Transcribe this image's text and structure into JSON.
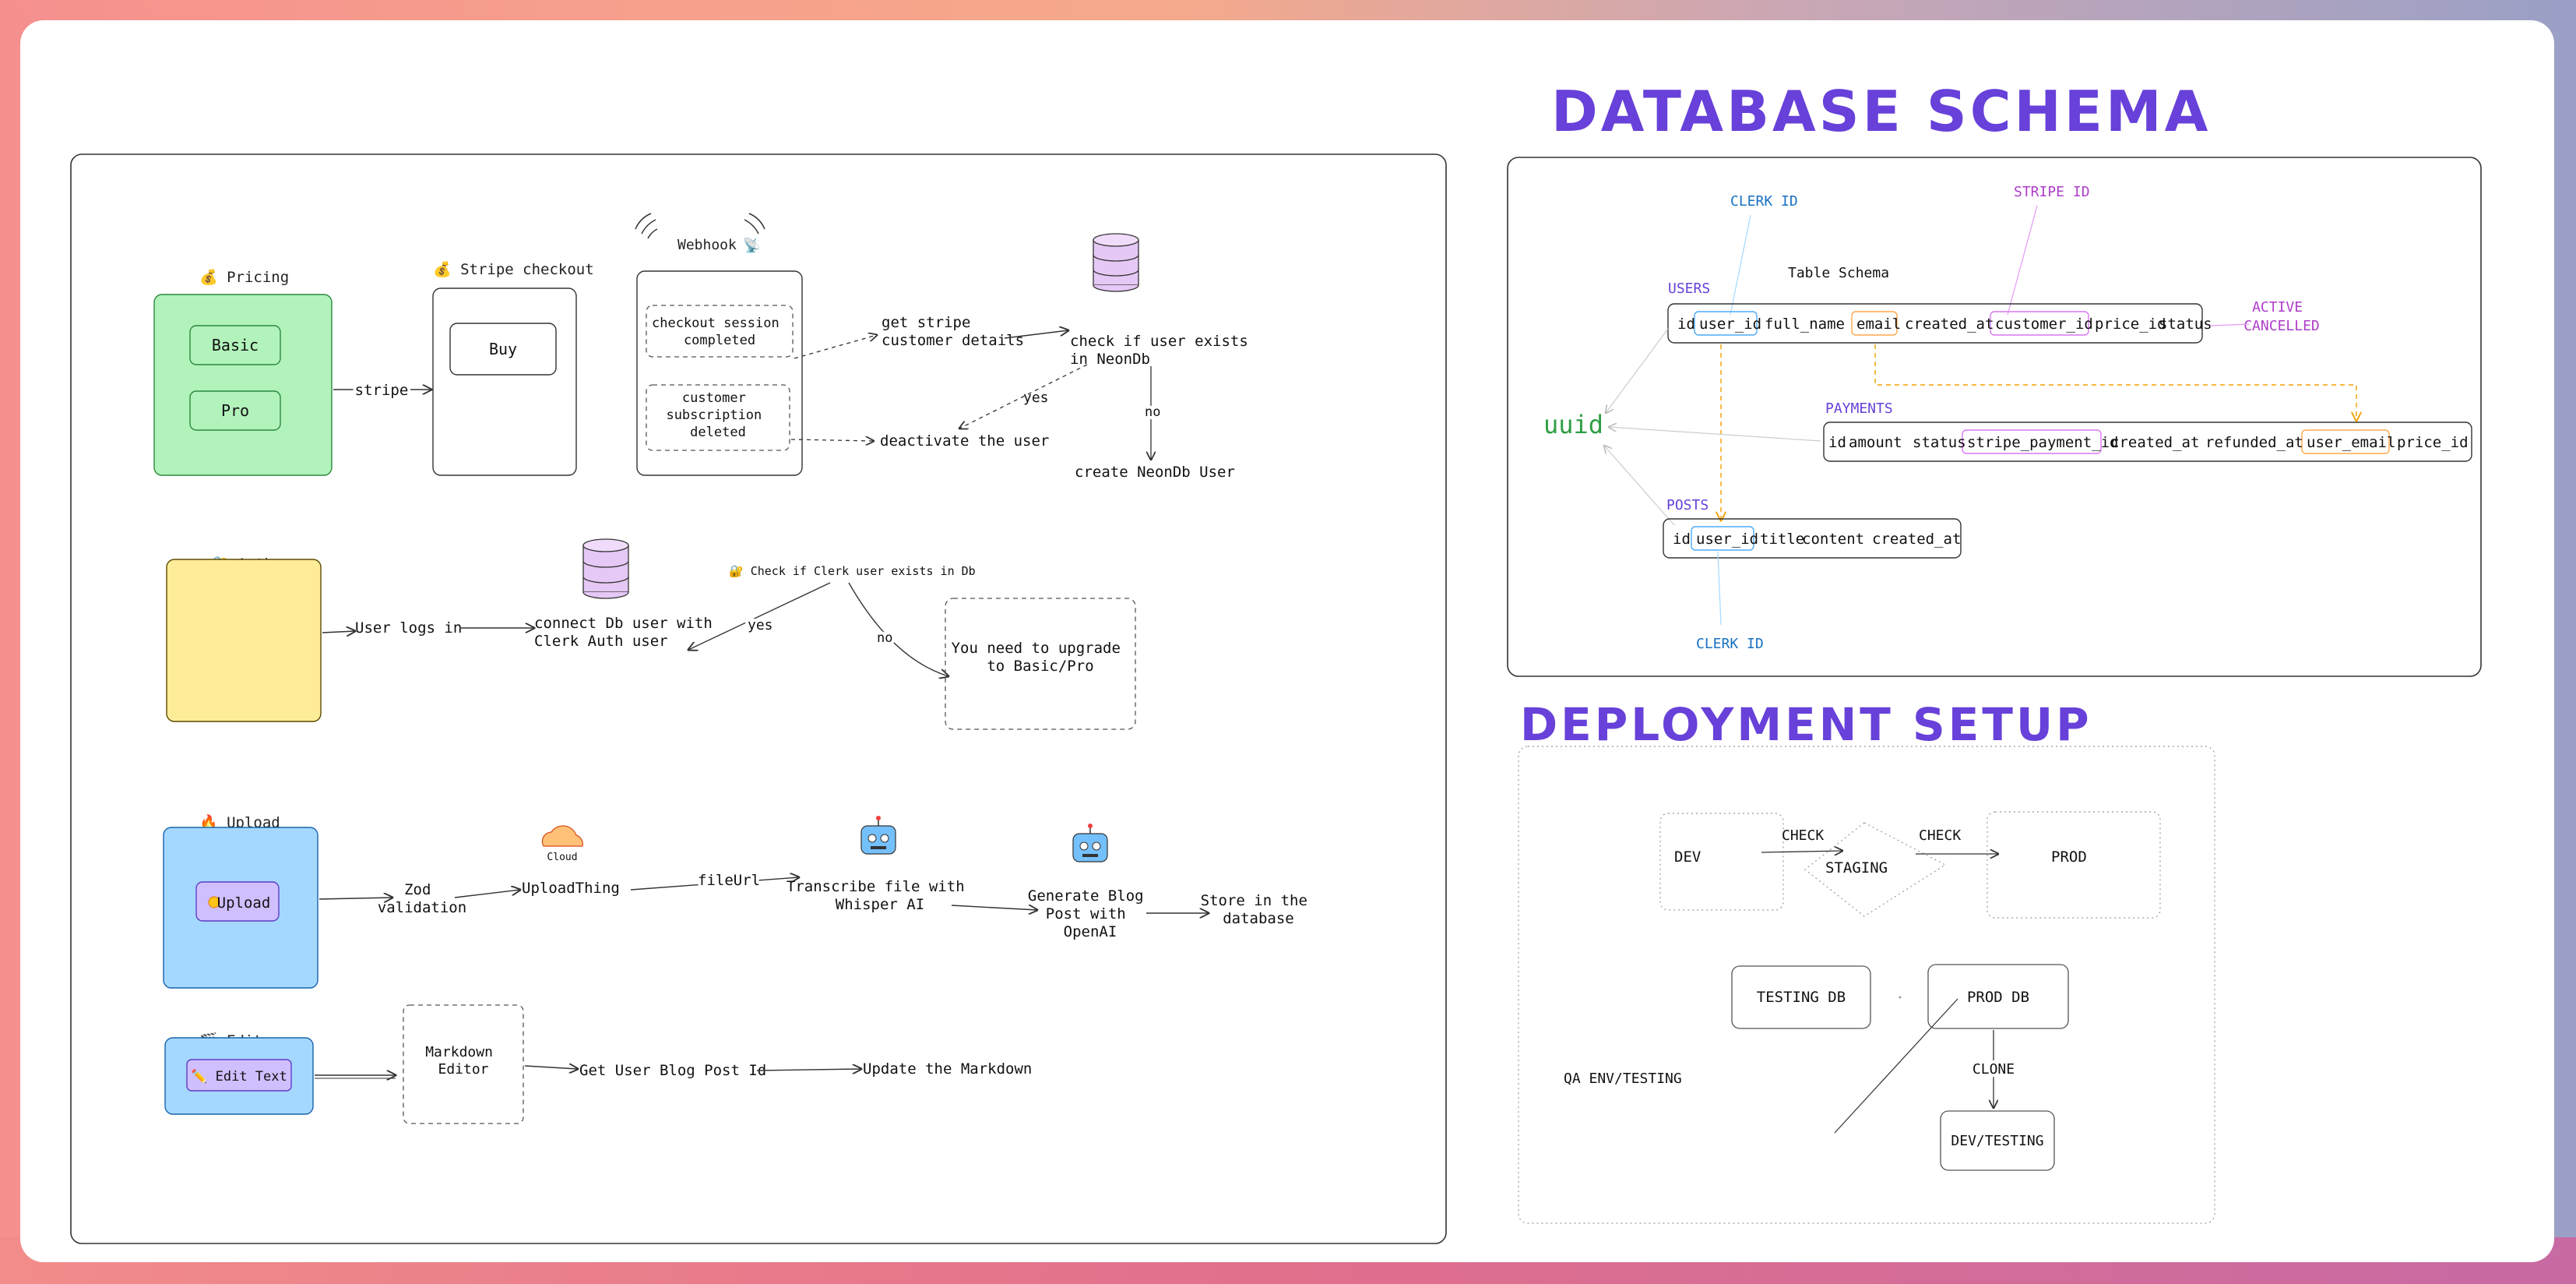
{
  "colors": {
    "pricing_green": "#b2f2bb",
    "auth_yellow": "#ffec99",
    "upload_blue": "#a5d8ff",
    "button_purple": "#d0bfff",
    "db_purple": "#e5c8f5",
    "title_purple": "#6741d9",
    "clerk_blue": "#1971c2",
    "stripe_purple": "#ae3ec9",
    "uuid_green": "#2f9e44",
    "orange_link": "#f59f00",
    "cloud_orange": "#ffc078"
  },
  "flow": {
    "pricing": {
      "label": "💰 Pricing",
      "buttons": [
        "Basic",
        "Pro"
      ],
      "edge_label": "stripe"
    },
    "stripe_checkout": {
      "label": "💰 Stripe checkout",
      "button": "Buy"
    },
    "webhook": {
      "label": "Webhook",
      "events": [
        [
          "checkout session",
          "completed"
        ],
        [
          "customer",
          "subscription",
          "deleted"
        ]
      ],
      "get_customer": [
        "get stripe",
        "customer details"
      ],
      "deactivate": "deactivate the user",
      "check_user": [
        "check if user exists",
        "in NeonDb"
      ],
      "yes": "yes",
      "no": "no",
      "create_user": "create NeonDb User"
    },
    "auth": {
      "label": "🔐 Auth",
      "logs_in": "User logs in",
      "connect": [
        "connect Db user with",
        "Clerk Auth user"
      ],
      "check": "🔐 Check if Clerk user exists in Db",
      "yes": "yes",
      "no": "no",
      "upgrade": [
        "You need to upgrade",
        "to Basic/Pro"
      ]
    },
    "upload": {
      "label": "🔥 Upload",
      "button": "Upload",
      "zod": [
        "Zod",
        "validation"
      ],
      "cloud_label": "Cloud",
      "uploadthing": "UploadThing",
      "fileurl": "fileUrl",
      "transcribe": [
        "Transcribe file with",
        "Whisper AI"
      ],
      "generate": [
        "Generate Blog",
        "Post with",
        "OpenAI"
      ],
      "store": [
        "Store in the",
        "database"
      ]
    },
    "edit": {
      "label": "🎬 Edit",
      "button": "✏️ Edit Text",
      "editor": [
        "Markdown",
        "Editor"
      ],
      "get_post": "Get User Blog Post Id",
      "update": "Update the Markdown"
    }
  },
  "schema": {
    "title": "DATABASE SCHEMA",
    "clerk_id_top": "CLERK ID",
    "stripe_id": "STRIPE ID",
    "table_schema": "Table Schema",
    "users_label": "USERS",
    "users_fields": [
      "id",
      "user_id",
      "full_name",
      "email",
      "created_at",
      "customer_id",
      "price_id",
      "status"
    ],
    "status_values": [
      "ACTIVE",
      "CANCELLED"
    ],
    "payments_label": "PAYMENTS",
    "payments_fields": [
      "id",
      "amount",
      "status",
      "stripe_payment_id",
      "created_at",
      "refunded_at",
      "user_email",
      "price_id"
    ],
    "uuid": "uuid",
    "posts_label": "POSTS",
    "posts_fields": [
      "id",
      "user_id",
      "title",
      "content",
      "created_at"
    ],
    "clerk_id_bottom": "CLERK ID"
  },
  "deployment": {
    "title": "DEPLOYMENT SETUP",
    "dev": "DEV",
    "check1": "CHECK",
    "staging": "STAGING",
    "check2": "CHECK",
    "prod": "PROD",
    "testing_db": "TESTING DB",
    "prod_db": "PROD DB",
    "clone": "CLONE",
    "dev_testing": "DEV/TESTING",
    "qa": "QA ENV/TESTING"
  }
}
